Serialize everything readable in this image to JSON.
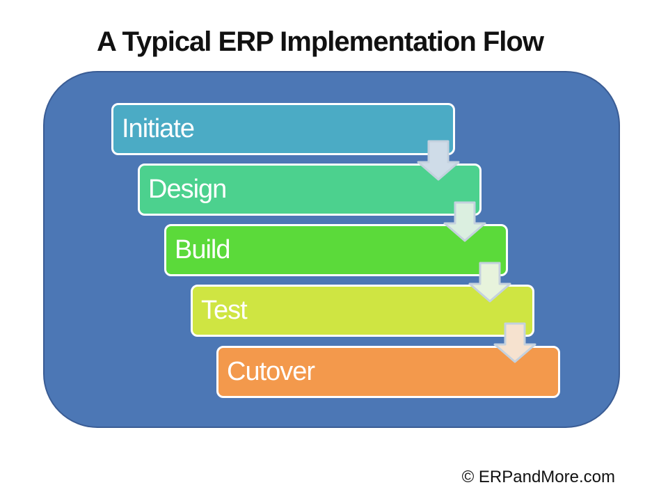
{
  "title": "A Typical ERP Implementation Flow",
  "copyright": "© ERPandMore.com",
  "colors": {
    "page_background": "#FFFFFF",
    "container_fill": "#4C77B5",
    "container_border": "#3A5C94",
    "bar_border": "#FFFFFF",
    "label_color": "#FFFFFF",
    "title_color": "#111111",
    "arrow_stroke": "#C4D1DE"
  },
  "diagram": {
    "type": "sequential-flow",
    "stages": [
      {
        "label": "Initiate",
        "color": "#4BABC5"
      },
      {
        "label": "Design",
        "color": "#4CD18E"
      },
      {
        "label": "Build",
        "color": "#5BDA3A"
      },
      {
        "label": "Test",
        "color": "#CFE542"
      },
      {
        "label": "Cutover",
        "color": "#F3994C"
      }
    ],
    "arrows": [
      {
        "name": "arrow-initiate-to-design",
        "fill": "#CFDCE8"
      },
      {
        "name": "arrow-design-to-build",
        "fill": "#DBEFE0"
      },
      {
        "name": "arrow-build-to-test",
        "fill": "#E7F3DC"
      },
      {
        "name": "arrow-test-to-cutover",
        "fill": "#F6E2CF"
      }
    ]
  }
}
